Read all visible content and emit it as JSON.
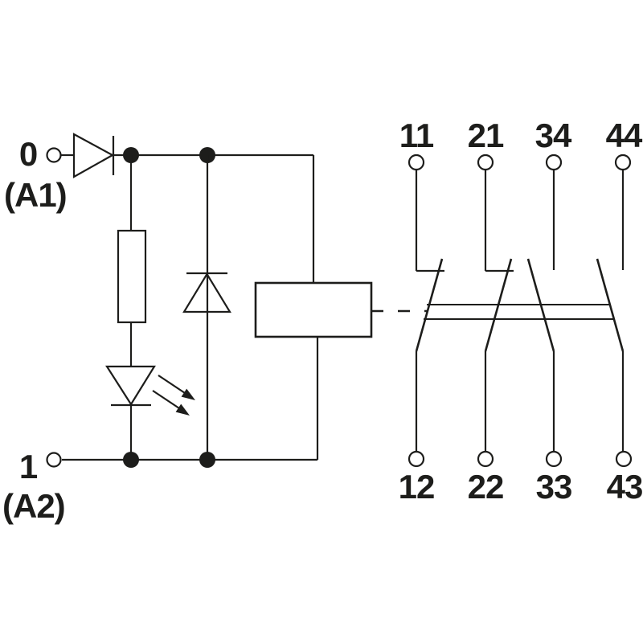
{
  "coil_side": {
    "state_top_label": "0",
    "top_terminal_label": "(A1)",
    "state_bottom_label": "1",
    "bottom_terminal_label": "(A2)",
    "symbols": {
      "series_diode": "diode-right-icon",
      "dropping_resistor": "resistor-icon",
      "status_led": "led-down-icon",
      "suppressor_diode": "diode-up-icon",
      "relay_coil": "coil-box-icon",
      "mechanical_link": "dashed-link-line"
    }
  },
  "contact_side": {
    "top_terminals": [
      "11",
      "21",
      "34",
      "44"
    ],
    "bottom_terminals": [
      "12",
      "22",
      "33",
      "43"
    ],
    "contact_types": [
      "NC",
      "NC",
      "NO",
      "NO"
    ]
  },
  "colors": {
    "line": "#1d1d1b",
    "background": "#ffffff"
  }
}
